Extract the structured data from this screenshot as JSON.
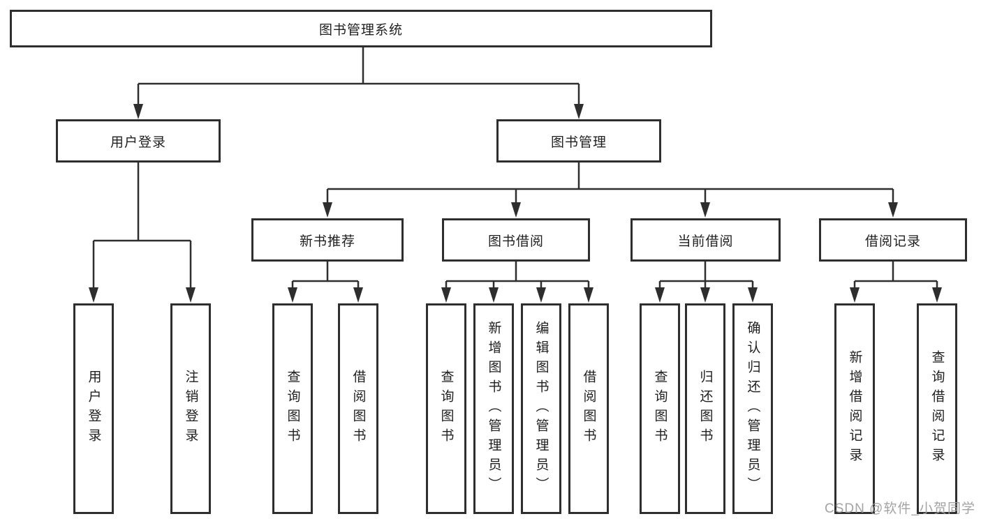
{
  "diagram_title": "图书管理系统",
  "tree": {
    "label": "图书管理系统",
    "children": [
      {
        "label": "用户登录",
        "children": [
          {
            "label": "用户登录"
          },
          {
            "label": "注销登录"
          }
        ]
      },
      {
        "label": "图书管理",
        "children": [
          {
            "label": "新书推荐",
            "children": [
              {
                "label": "查询图书"
              },
              {
                "label": "借阅图书"
              }
            ]
          },
          {
            "label": "图书借阅",
            "children": [
              {
                "label": "查询图书"
              },
              {
                "label": "新增图书（管理员）"
              },
              {
                "label": "编辑图书（管理员）"
              },
              {
                "label": "借阅图书"
              }
            ]
          },
          {
            "label": "当前借阅",
            "children": [
              {
                "label": "查询图书"
              },
              {
                "label": "归还图书"
              },
              {
                "label": "确认归还（管理员）"
              }
            ]
          },
          {
            "label": "借阅记录",
            "children": [
              {
                "label": "新增借阅记录"
              },
              {
                "label": "查询借阅记录"
              }
            ]
          }
        ]
      }
    ]
  },
  "watermark": {
    "text": "CSDN @软件_小贺同学"
  },
  "colors": {
    "line": "#2e2e2e",
    "box_border": "#2e2e2e",
    "box_fill": "#ffffff",
    "text": "#1f1f1f",
    "watermark": "#9e9e9e"
  }
}
